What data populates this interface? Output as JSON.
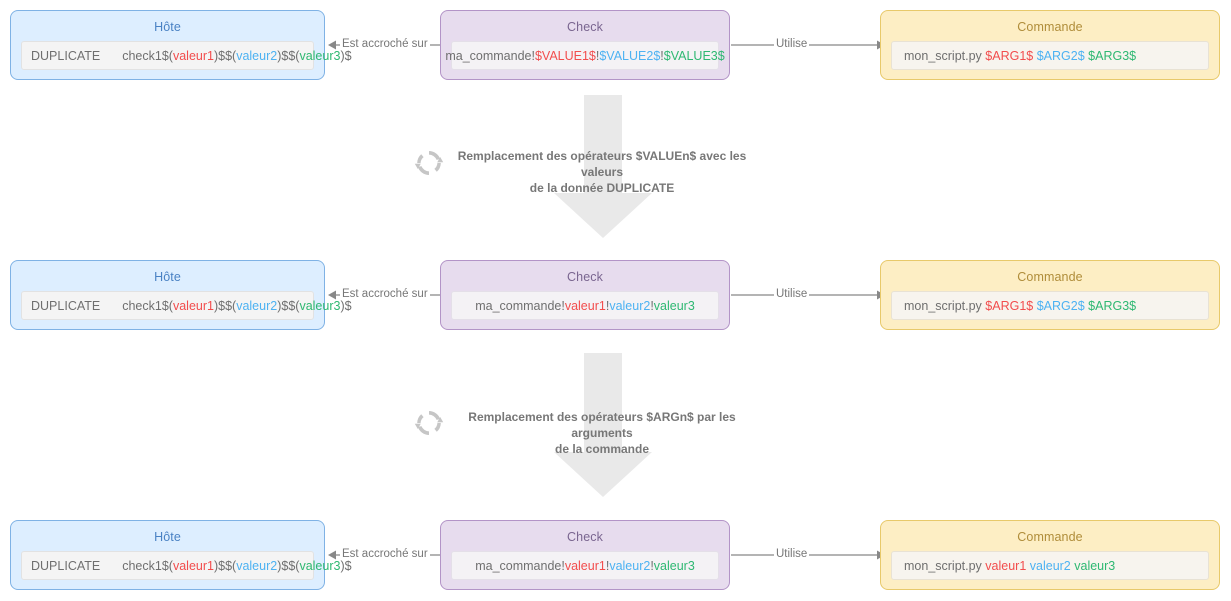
{
  "colors": {
    "host_fill": "#ddeeff",
    "host_border": "#7fb2e5",
    "host_title": "#4a82c4",
    "check_fill": "#e7dcee",
    "check_border": "#b394c7",
    "check_title": "#7a6590",
    "command_fill": "#fdeec4",
    "command_border": "#e8c96a",
    "command_title": "#b08d3a",
    "value1": "#f24d4d",
    "value2": "#4db2f2",
    "value3": "#2eb872",
    "connector": "#888888",
    "big_arrow": "#e8e8e8",
    "note_text": "#777777"
  },
  "connectors": {
    "attached_to": "Est accroché sur",
    "uses": "Utilise"
  },
  "stages": [
    {
      "note": "Remplacement des opérateurs $VALUEn$ avec les valeurs\nde la donnée DUPLICATE",
      "icon": "refresh-icon"
    },
    {
      "note": "Remplacement des opérateurs $ARGn$ par les arguments\nde la commande",
      "icon": "refresh-icon"
    }
  ],
  "rows": [
    {
      "host": {
        "title": "Hôte",
        "key": "DUPLICATE",
        "value_parts": [
          {
            "text": "check1$(",
            "color": "plain"
          },
          {
            "text": "valeur1",
            "color": "v1"
          },
          {
            "text": ")$$(",
            "color": "plain"
          },
          {
            "text": "valeur2",
            "color": "v2"
          },
          {
            "text": ")$$(",
            "color": "plain"
          },
          {
            "text": "valeur3",
            "color": "v3"
          },
          {
            "text": ")$",
            "color": "plain"
          }
        ]
      },
      "check": {
        "title": "Check",
        "value_parts": [
          {
            "text": "ma_commande!",
            "color": "plain"
          },
          {
            "text": "$VALUE1$",
            "color": "v1"
          },
          {
            "text": "!",
            "color": "plain"
          },
          {
            "text": "$VALUE2$",
            "color": "v2"
          },
          {
            "text": "!",
            "color": "plain"
          },
          {
            "text": "$VALUE3$",
            "color": "v3"
          }
        ]
      },
      "command": {
        "title": "Commande",
        "value_parts": [
          {
            "text": "mon_script.py ",
            "color": "plain"
          },
          {
            "text": "$ARG1$",
            "color": "v1"
          },
          {
            "text": " ",
            "color": "plain"
          },
          {
            "text": "$ARG2$",
            "color": "v2"
          },
          {
            "text": " ",
            "color": "plain"
          },
          {
            "text": "$ARG3$",
            "color": "v3"
          }
        ]
      }
    },
    {
      "host": {
        "title": "Hôte",
        "key": "DUPLICATE",
        "value_parts": [
          {
            "text": "check1$(",
            "color": "plain"
          },
          {
            "text": "valeur1",
            "color": "v1"
          },
          {
            "text": ")$$(",
            "color": "plain"
          },
          {
            "text": "valeur2",
            "color": "v2"
          },
          {
            "text": ")$$(",
            "color": "plain"
          },
          {
            "text": "valeur3",
            "color": "v3"
          },
          {
            "text": ")$",
            "color": "plain"
          }
        ]
      },
      "check": {
        "title": "Check",
        "value_parts": [
          {
            "text": "ma_commande!",
            "color": "plain"
          },
          {
            "text": "valeur1",
            "color": "v1"
          },
          {
            "text": "!",
            "color": "plain"
          },
          {
            "text": "valeur2",
            "color": "v2"
          },
          {
            "text": "!",
            "color": "plain"
          },
          {
            "text": "valeur3",
            "color": "v3"
          }
        ]
      },
      "command": {
        "title": "Commande",
        "value_parts": [
          {
            "text": "mon_script.py ",
            "color": "plain"
          },
          {
            "text": "$ARG1$",
            "color": "v1"
          },
          {
            "text": " ",
            "color": "plain"
          },
          {
            "text": "$ARG2$",
            "color": "v2"
          },
          {
            "text": " ",
            "color": "plain"
          },
          {
            "text": "$ARG3$",
            "color": "v3"
          }
        ]
      }
    },
    {
      "host": {
        "title": "Hôte",
        "key": "DUPLICATE",
        "value_parts": [
          {
            "text": "check1$(",
            "color": "plain"
          },
          {
            "text": "valeur1",
            "color": "v1"
          },
          {
            "text": ")$$(",
            "color": "plain"
          },
          {
            "text": "valeur2",
            "color": "v2"
          },
          {
            "text": ")$$(",
            "color": "plain"
          },
          {
            "text": "valeur3",
            "color": "v3"
          },
          {
            "text": ")$",
            "color": "plain"
          }
        ]
      },
      "check": {
        "title": "Check",
        "value_parts": [
          {
            "text": "ma_commande!",
            "color": "plain"
          },
          {
            "text": "valeur1",
            "color": "v1"
          },
          {
            "text": "!",
            "color": "plain"
          },
          {
            "text": "valeur2",
            "color": "v2"
          },
          {
            "text": "!",
            "color": "plain"
          },
          {
            "text": "valeur3",
            "color": "v3"
          }
        ]
      },
      "command": {
        "title": "Commande",
        "value_parts": [
          {
            "text": "mon_script.py ",
            "color": "plain"
          },
          {
            "text": "valeur1",
            "color": "v1"
          },
          {
            "text": " ",
            "color": "plain"
          },
          {
            "text": "valeur2",
            "color": "v2"
          },
          {
            "text": " ",
            "color": "plain"
          },
          {
            "text": "valeur3",
            "color": "v3"
          }
        ]
      }
    }
  ]
}
